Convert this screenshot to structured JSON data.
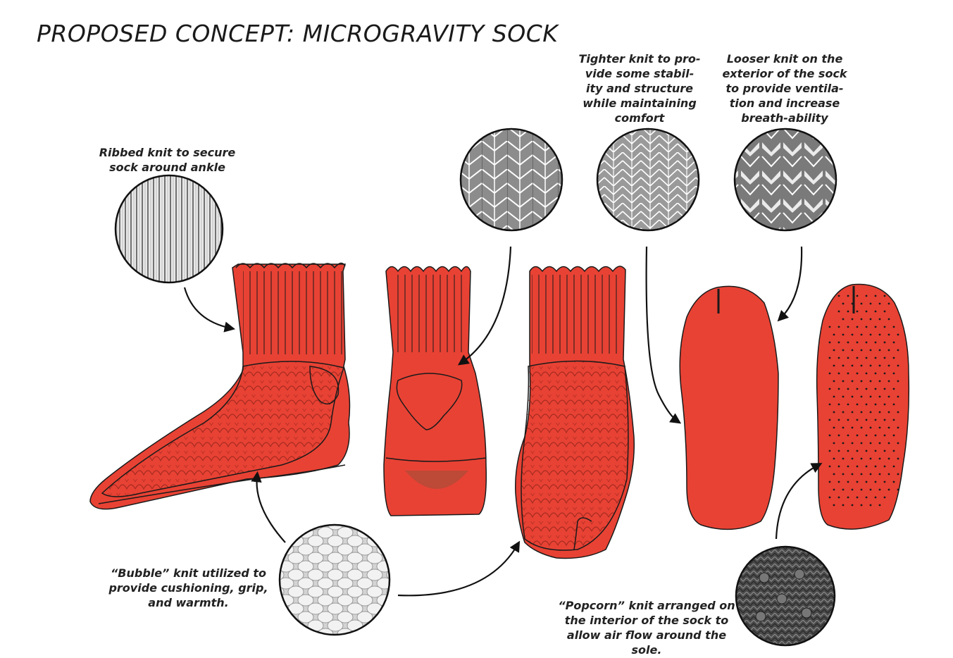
{
  "title": "PROPOSED CONCEPT: MICROGRAVITY SOCK",
  "captions": {
    "ribbed": [
      "Ribbed knit to secure",
      "sock around ankle"
    ],
    "tighter": [
      "Tighter knit to pro-",
      "vide some stabil-",
      "ity and structure",
      "while maintaining",
      "comfort"
    ],
    "looser": [
      "Looser knit on the",
      "exterior of the sock",
      "to provide ventila-",
      "tion and increase",
      "breath-ability"
    ],
    "bubble": [
      "“Bubble” knit utilized to",
      "provide cushioning, grip,",
      "and warmth."
    ],
    "popcorn": [
      "“Popcorn” knit arranged on",
      "the interior of the sock to",
      "allow air flow around the",
      "sole."
    ]
  },
  "colors": {
    "sock_red": "#e84234",
    "outline": "#1a1a1a",
    "knit_gray": "#8a8a8a"
  }
}
